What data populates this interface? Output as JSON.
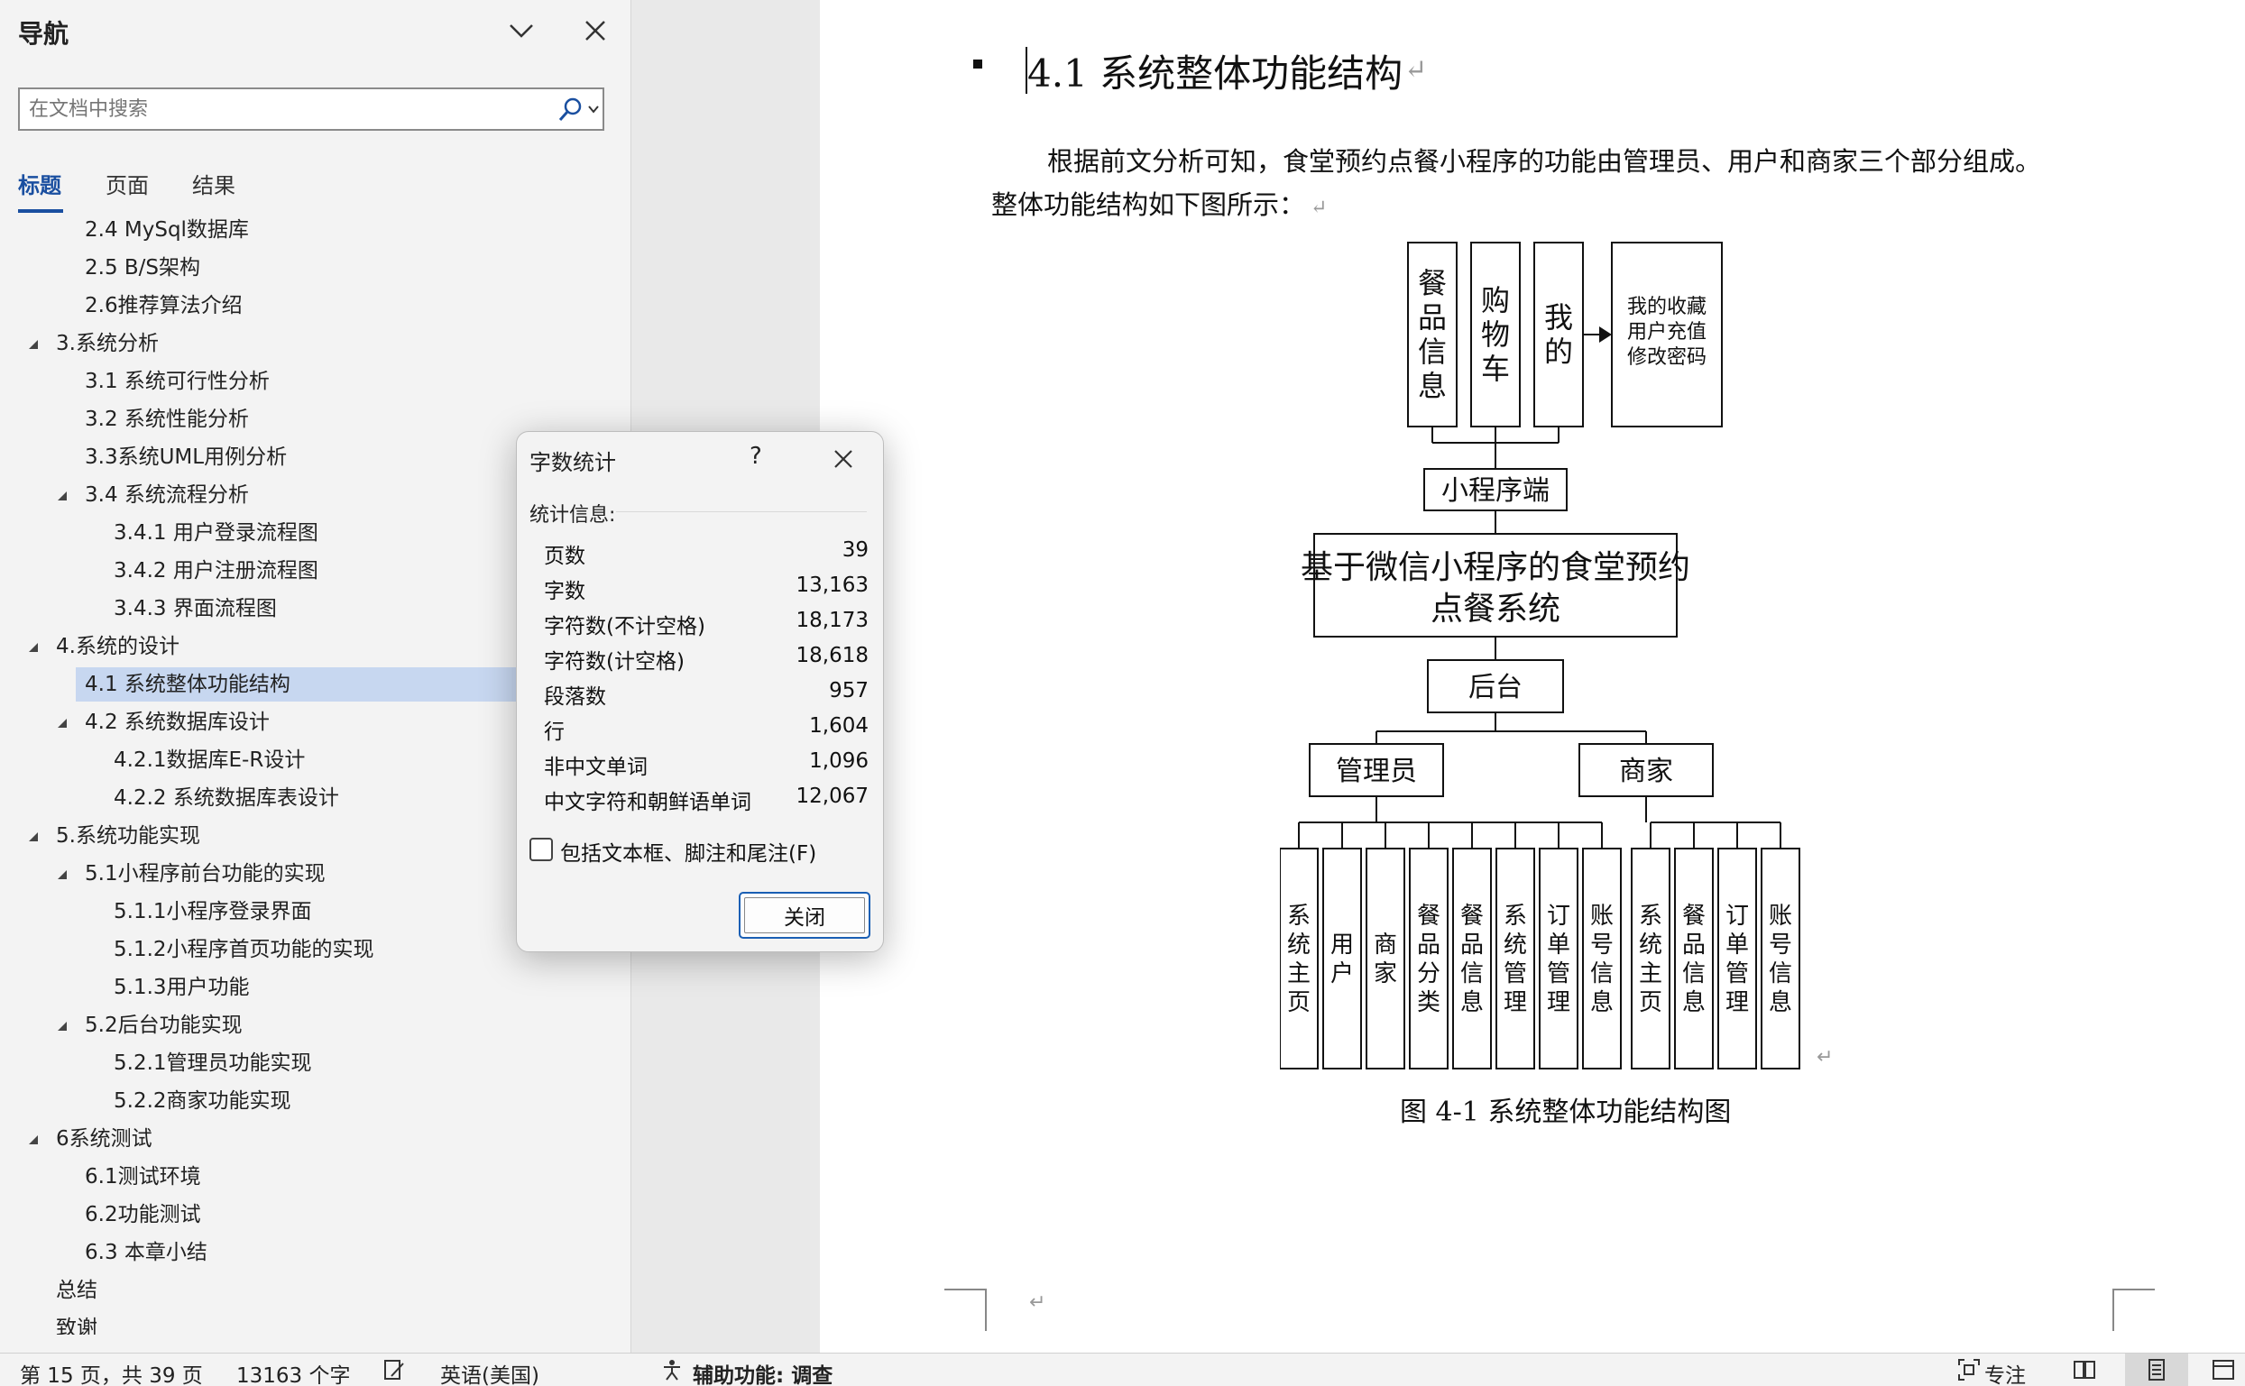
{
  "nav": {
    "title": "导航",
    "search_placeholder": "在文档中搜索",
    "tabs": [
      {
        "label": "标题",
        "active": true
      },
      {
        "label": "页面",
        "active": false
      },
      {
        "label": "结果",
        "active": false
      }
    ],
    "outline": [
      {
        "label": "2.4 MySql数据库",
        "level": 2
      },
      {
        "label": "2.5 B/S架构",
        "level": 2
      },
      {
        "label": "2.6推荐算法介绍",
        "level": 2
      },
      {
        "label": "3.系统分析",
        "level": 1,
        "expanded": true
      },
      {
        "label": "3.1 系统可行性分析",
        "level": 2
      },
      {
        "label": "3.2 系统性能分析",
        "level": 2
      },
      {
        "label": "3.3系统UML用例分析",
        "level": 2
      },
      {
        "label": "3.4 系统流程分析",
        "level": 2,
        "expanded": true
      },
      {
        "label": "3.4.1 用户登录流程图",
        "level": 3
      },
      {
        "label": "3.4.2 用户注册流程图",
        "level": 3
      },
      {
        "label": "3.4.3 界面流程图",
        "level": 3
      },
      {
        "label": "4.系统的设计",
        "level": 1,
        "expanded": true
      },
      {
        "label": "4.1 系统整体功能结构",
        "level": 2,
        "selected": true
      },
      {
        "label": "4.2 系统数据库设计",
        "level": 2,
        "expanded": true
      },
      {
        "label": "4.2.1数据库E-R设计",
        "level": 3
      },
      {
        "label": "4.2.2 系统数据库表设计",
        "level": 3
      },
      {
        "label": "5.系统功能实现",
        "level": 1,
        "expanded": true
      },
      {
        "label": "5.1小程序前台功能的实现",
        "level": 2,
        "expanded": true
      },
      {
        "label": "5.1.1小程序登录界面",
        "level": 3
      },
      {
        "label": "5.1.2小程序首页功能的实现",
        "level": 3
      },
      {
        "label": "5.1.3用户功能",
        "level": 3
      },
      {
        "label": "5.2后台功能实现",
        "level": 2,
        "expanded": true
      },
      {
        "label": "5.2.1管理员功能实现",
        "level": 3
      },
      {
        "label": "5.2.2商家功能实现",
        "level": 3
      },
      {
        "label": "6系统测试",
        "level": 1,
        "expanded": true
      },
      {
        "label": "6.1测试环境",
        "level": 2
      },
      {
        "label": "6.2功能测试",
        "level": 2
      },
      {
        "label": "6.3 本章小结",
        "level": 2
      },
      {
        "label": "总结",
        "level": 1
      },
      {
        "label": "致谢",
        "level": 1
      }
    ]
  },
  "document": {
    "heading": "4.1  系统整体功能结构",
    "para1": "根据前文分析可知，食堂预约点餐小程序的功能由管理员、用户和商家三个部分组成。",
    "para2": "整体功能结构如下图所示：",
    "return_mark": "↵",
    "caption": "图 4-1    系统整体功能结构图",
    "diagram": {
      "top_boxes": [
        "餐品信息",
        "购物车",
        "我的"
      ],
      "my_items": [
        "我的收藏",
        "用户充值",
        "修改密码"
      ],
      "client": "小程序端",
      "root_line1": "基于微信小程序的食堂预约",
      "root_line2": "点餐系统",
      "backend": "后台",
      "admin": "管理员",
      "merchant": "商家",
      "admin_items": [
        "系统主页",
        "用户",
        "商家",
        "餐品分类",
        "餐品信息",
        "系统管理",
        "订单管理",
        "账号信息"
      ],
      "merchant_items": [
        "系统主页",
        "餐品信息",
        "订单管理",
        "账号信息"
      ]
    }
  },
  "dialog": {
    "title": "字数统计",
    "help": "?",
    "stats_label": "统计信息:",
    "stats": [
      {
        "label": "页数",
        "value": "39"
      },
      {
        "label": "字数",
        "value": "13,163"
      },
      {
        "label": "字符数(不计空格)",
        "value": "18,173"
      },
      {
        "label": "字符数(计空格)",
        "value": "18,618"
      },
      {
        "label": "段落数",
        "value": "957"
      },
      {
        "label": "行",
        "value": "1,604"
      },
      {
        "label": "非中文单词",
        "value": "1,096"
      },
      {
        "label": "中文字符和朝鲜语单词",
        "value": "12,067"
      }
    ],
    "include_label": "包括文本框、脚注和尾注(F)",
    "include_checked": false,
    "close_label": "关闭"
  },
  "statusbar": {
    "page": "第 15 页，共 39 页",
    "words": "13163 个字",
    "language": "英语(美国)",
    "accessibility": "辅助功能: 调查",
    "focus": "专注"
  },
  "colors": {
    "accent": "#1a4fa0",
    "selected_bg": "#c7d7f0",
    "pane_bg": "#f3f3f3"
  }
}
